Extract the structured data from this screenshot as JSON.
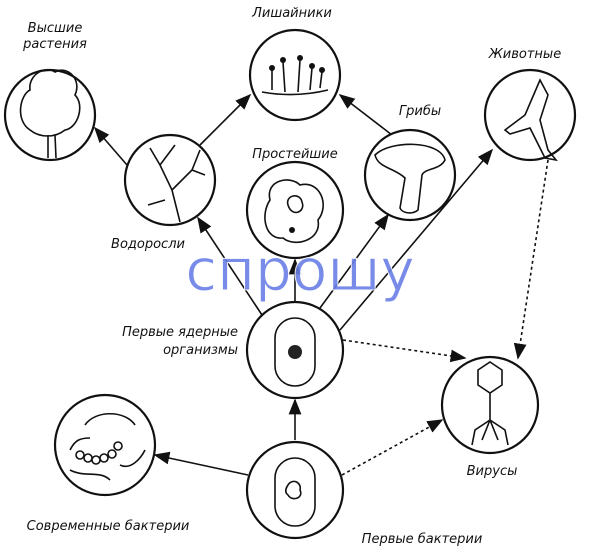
{
  "title": "Эволюция живых организмов",
  "nodes": {
    "higher_plants": [
      "Высшие",
      "растения"
    ],
    "lichens": "Лишайники",
    "animals": "Животные",
    "fungi": "Грибы",
    "protozoa": "Простейшие",
    "algae": "Водоросли",
    "first_nuclear": [
      "Первые ядерные",
      "организмы"
    ],
    "viruses": "Вирусы",
    "modern_bacteria": "Современные бактерии",
    "first_bacteria": "Первые бактерии"
  },
  "watermark": "спрошу"
}
